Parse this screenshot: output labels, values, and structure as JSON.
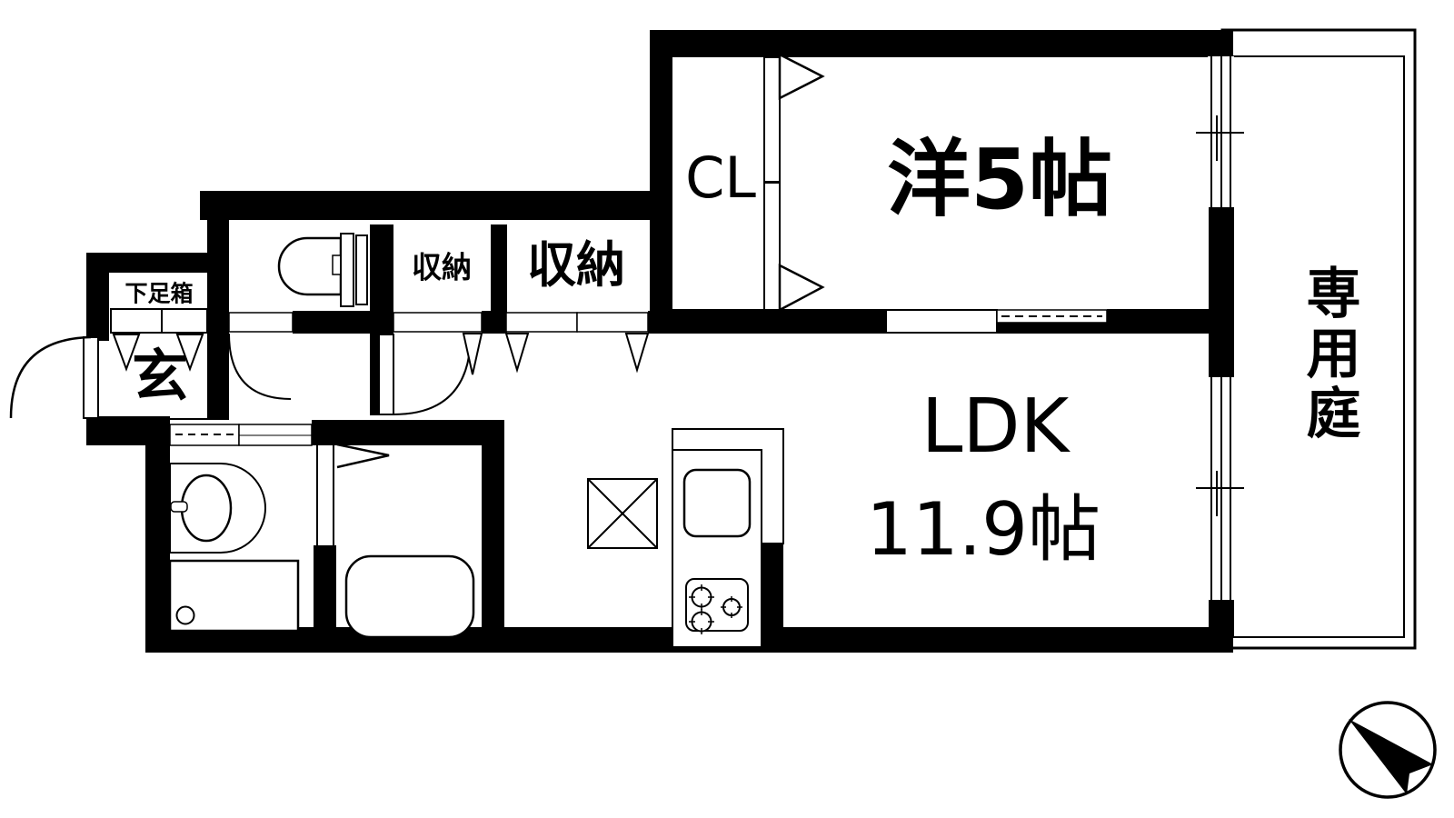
{
  "floor_plan": {
    "background_color": "#ffffff",
    "wall_color": "#000000",
    "labels": {
      "shoe_box": "下足箱",
      "entrance": "玄",
      "storage_small": "収納",
      "storage_large": "収納",
      "closet": "CL",
      "western_room": "洋5帖",
      "ldk_name": "LDK",
      "ldk_size": "11.9帖",
      "private_garden": "専用庭"
    },
    "icons": {
      "toilet": "toilet-icon",
      "washbasin": "washbasin-icon",
      "washing_machine_pan": "washing-machine-pan-icon",
      "bathtub": "bathtub-icon",
      "kitchen_sink": "kitchen-sink-icon",
      "gas_stove": "gas-stove-icon",
      "refrigerator": "refrigerator-icon",
      "compass": "north-arrow-icon"
    },
    "compass_direction": "northwest"
  }
}
